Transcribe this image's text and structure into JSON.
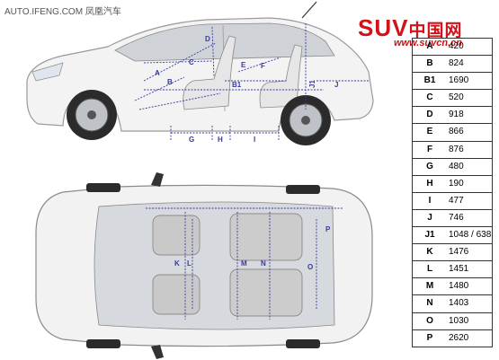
{
  "source_text": "AUTO.IFENG.COM 凤凰汽车",
  "logo": {
    "main": "SUV",
    "cn": "中国网",
    "sub": "www.suvcn.cn"
  },
  "dimension_table": [
    {
      "key": "A",
      "value": "420"
    },
    {
      "key": "B",
      "value": "824"
    },
    {
      "key": "B1",
      "value": "1690"
    },
    {
      "key": "C",
      "value": "520"
    },
    {
      "key": "D",
      "value": "918"
    },
    {
      "key": "E",
      "value": "866"
    },
    {
      "key": "F",
      "value": "876"
    },
    {
      "key": "G",
      "value": "480"
    },
    {
      "key": "H",
      "value": "190"
    },
    {
      "key": "I",
      "value": "477"
    },
    {
      "key": "J",
      "value": "746"
    },
    {
      "key": "J1",
      "value": "1048 / 638"
    },
    {
      "key": "K",
      "value": "1476"
    },
    {
      "key": "L",
      "value": "1451"
    },
    {
      "key": "M",
      "value": "1480"
    },
    {
      "key": "N",
      "value": "1403"
    },
    {
      "key": "O",
      "value": "1030"
    },
    {
      "key": "P",
      "value": "2620"
    }
  ],
  "side_labels": [
    "A",
    "B",
    "B1",
    "C",
    "D",
    "E",
    "F",
    "G",
    "H",
    "I",
    "J",
    "J1"
  ],
  "top_labels": [
    "K",
    "L",
    "M",
    "N",
    "O",
    "P"
  ],
  "colors": {
    "dimension": "#3a3aa0",
    "logo": "#d0121b",
    "car_body": "#f2f2f2"
  }
}
